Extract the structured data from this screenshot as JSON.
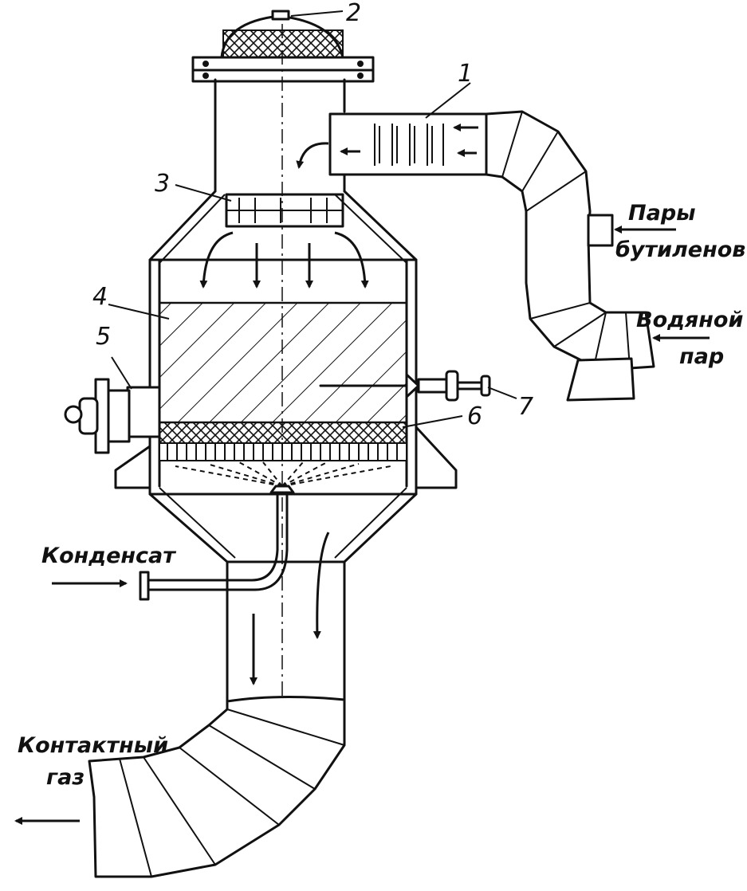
{
  "callouts": {
    "c1": "1",
    "c2": "2",
    "c3": "3",
    "c4": "4",
    "c5": "5",
    "c6": "6",
    "c7": "7"
  },
  "flows": {
    "butylene_line1": "Пары",
    "butylene_line2": "бутиленов",
    "steam_line1": "Водяной",
    "steam_line2": "пар",
    "condensate": "Конденсат",
    "contact_gas_line1": "Контактный",
    "contact_gas_line2": "газ"
  },
  "colors": {
    "ink": "#111111",
    "paper": "#ffffff"
  }
}
